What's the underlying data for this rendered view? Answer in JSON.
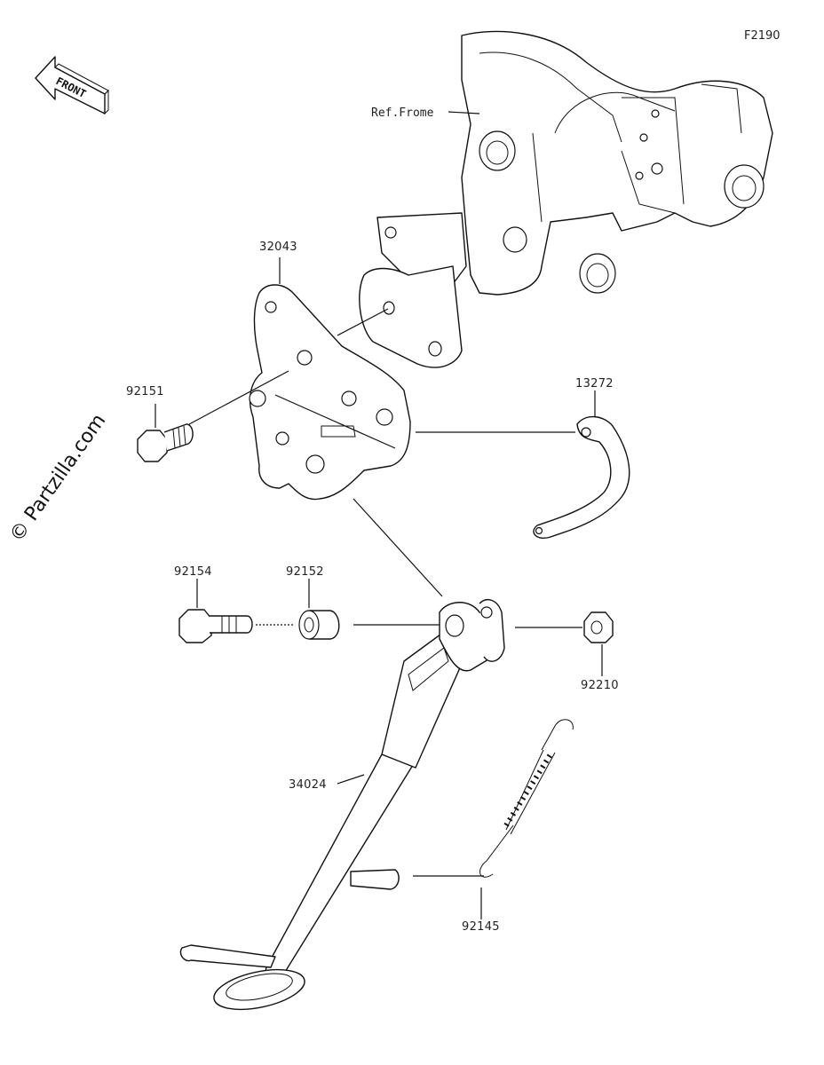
{
  "diagram": {
    "code": "F2190",
    "reference": "Ref.Frome",
    "front_badge": "FRONT",
    "watermark": "© Partzilla.com",
    "parts": [
      {
        "id": "p32043",
        "number": "32043",
        "name": "bracket"
      },
      {
        "id": "p92151",
        "number": "92151",
        "name": "bolt"
      },
      {
        "id": "p13272",
        "number": "13272",
        "name": "plate"
      },
      {
        "id": "p92154",
        "number": "92154",
        "name": "bolt"
      },
      {
        "id": "p92152",
        "number": "92152",
        "name": "collar"
      },
      {
        "id": "p92210",
        "number": "92210",
        "name": "nut"
      },
      {
        "id": "p34024",
        "number": "34024",
        "name": "side-stand"
      },
      {
        "id": "p92145",
        "number": "92145",
        "name": "spring"
      }
    ]
  }
}
